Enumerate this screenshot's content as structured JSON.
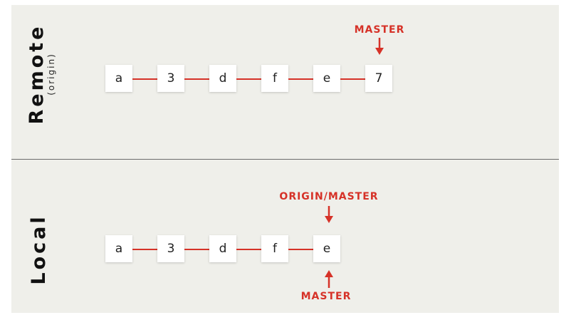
{
  "remote": {
    "title": "Remote",
    "subtitle": "(origin)",
    "commits": [
      "a",
      "3",
      "d",
      "f",
      "e",
      "7"
    ],
    "pointer": {
      "label": "MASTER",
      "target": "7"
    }
  },
  "local": {
    "title": "Local",
    "commits": [
      "a",
      "3",
      "d",
      "f",
      "e"
    ],
    "pointer_above": {
      "label": "ORIGIN/MASTER",
      "target": "e"
    },
    "pointer_below": {
      "label": "MASTER",
      "target": "e"
    }
  },
  "colors": {
    "accent": "#d63228",
    "panel_bg": "#efefea",
    "commit_bg": "#ffffff",
    "text": "#222222"
  }
}
